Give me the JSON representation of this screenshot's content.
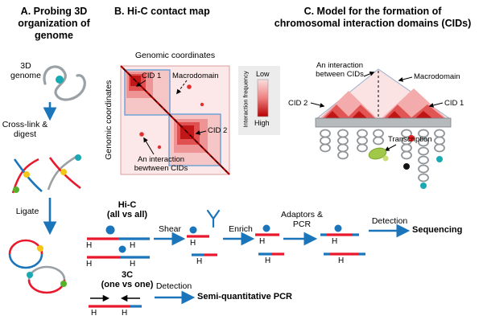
{
  "panel_a": {
    "title": "A. Probing 3D organization of genome",
    "genome_label": "3D genome",
    "crosslink_label": "Cross-link & digest",
    "ligate_label": "Ligate"
  },
  "panel_b": {
    "title": "B. Hi-C contact map",
    "axis_top": "Genomic coordinates",
    "axis_left": "Genomic coordinates",
    "cid1_label": "CID 1",
    "macrodomain_label": "Macrodomain",
    "cid2_label": "CID 2",
    "interaction_label": "An interaction bewtween CIDs",
    "scale_title": "Interaction frequency",
    "scale_low": "Low",
    "scale_high": "High"
  },
  "panel_c": {
    "title": "C. Model for the formation of chromosomal interaction domains (CIDs)",
    "interaction_label": "An interaction between CIDs",
    "macrodomain_label": "Macrodomain",
    "cid2_label": "CID 2",
    "cid1_label": "CID 1",
    "transcription_label": "Transcription"
  },
  "workflow": {
    "hic_title": "Hi-C",
    "hic_subtitle": "(all vs all)",
    "shear_label": "Shear",
    "enrich_label": "Enrich",
    "adaptors_label": "Adaptors & PCR",
    "detection_label_seq": "Detection",
    "sequencing_label": "Sequencing",
    "c3_title": "3C",
    "c3_subtitle": "(one vs one)",
    "detection_label_pcr": "Detection",
    "pcr_label": "Semi-quantitative PCR",
    "h_label": "H"
  },
  "colors": {
    "arrow_blue": "#1b75bb",
    "dna_red": "#e8192c",
    "heat_dark": "#c00000",
    "macrodomain_outline": "#5b9bd5",
    "teal": "#18a9b2",
    "green": "#55b02a",
    "yellow": "#f5c518"
  }
}
